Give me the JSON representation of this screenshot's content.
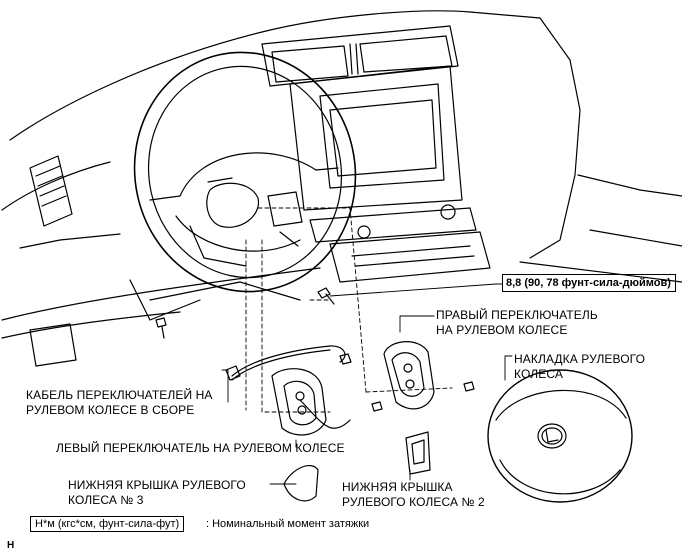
{
  "labels": {
    "torque_value": "8,8 (90, 78 фунт-сила-дюймов)",
    "right_switch": [
      "ПРАВЫЙ ПЕРЕКЛЮЧАТЕЛЬ",
      "НА РУЛЕВОМ КОЛЕСЕ"
    ],
    "pad": [
      "НАКЛАДКА РУЛЕВОГО",
      "КОЛЕСА"
    ],
    "cable": [
      "КАБЕЛЬ ПЕРЕКЛЮЧАТЕЛЕЙ НА",
      "РУЛЕВОМ КОЛЕСЕ В СБОРЕ"
    ],
    "left_switch": "ЛЕВЫЙ ПЕРЕКЛЮЧАТЕЛЬ НА РУЛЕВОМ КОЛЕСЕ",
    "lower_cover_3": [
      "НИЖНЯЯ КРЫШКА РУЛЕВОГО",
      "КОЛЕСА № 3"
    ],
    "lower_cover_2": [
      "НИЖНЯЯ КРЫШКА",
      "РУЛЕВОГО КОЛЕСА № 2"
    ]
  },
  "legend": {
    "unit": "Н*м (кгс*см, фунт-сила-фут)",
    "description": ": Номинальный момент затяжки"
  },
  "corner_mark": "H"
}
